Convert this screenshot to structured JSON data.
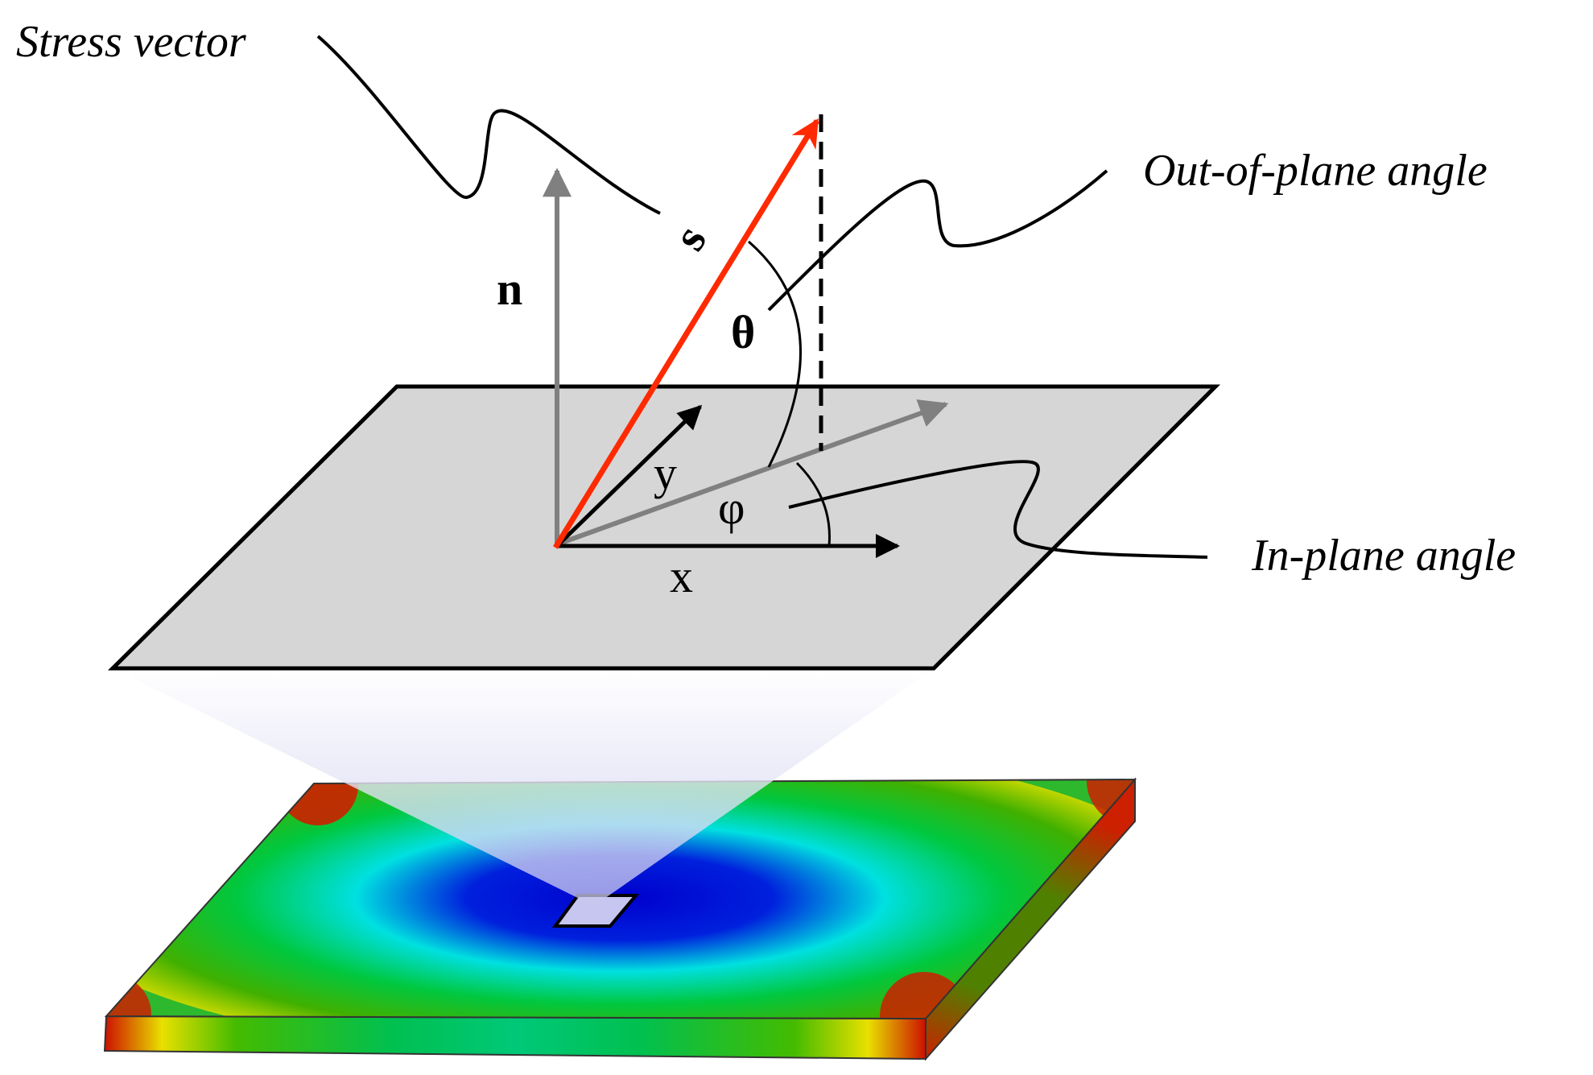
{
  "labels": {
    "stress_vector": "Stress vector",
    "out_of_plane_angle": "Out-of-plane angle",
    "in_plane_angle": "In-plane angle",
    "normal_symbol": "n",
    "stress_symbol": "s",
    "theta_symbol": "θ",
    "phi_symbol": "φ",
    "x_axis": "x",
    "y_axis": "y"
  },
  "colors": {
    "stress_arrow": "#ff2a00",
    "normal_arrow": "#808080",
    "projection_arrow": "#808080",
    "axis_arrows": "#000000",
    "plane_fill": "#d6d6d6",
    "plane_stroke": "#000000",
    "projection_cone": "#e6e6ec",
    "colormap_low": "#0000cc",
    "colormap_mid_low": "#00dddd",
    "colormap_mid": "#00cc33",
    "colormap_mid_high": "#ffee00",
    "colormap_high": "#cc0000"
  }
}
